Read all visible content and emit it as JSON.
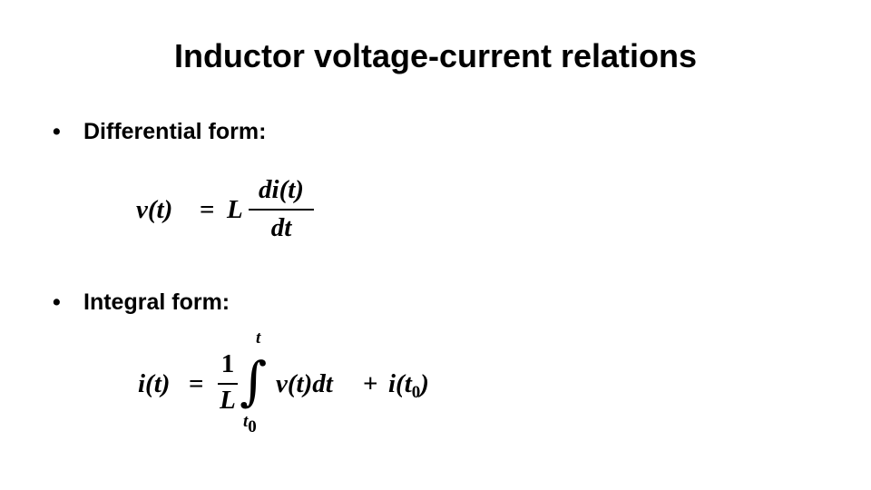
{
  "slide": {
    "title": "Inductor voltage-current relations",
    "bullets": [
      {
        "marker": "•",
        "label": "Differential form:"
      },
      {
        "marker": "•",
        "label": "Integral form:"
      }
    ]
  },
  "equation_differential": {
    "lhs": "v(t)",
    "equals": "=",
    "coefficient": "L",
    "numerator": "di(t)",
    "denominator": "dt"
  },
  "equation_integral": {
    "lhs": "i(t)",
    "equals": "=",
    "frac_numerator": "1",
    "frac_denominator": "L",
    "integral_symbol": "∫",
    "upper_limit": "t",
    "lower_limit": "t",
    "lower_limit_subscript": "0",
    "integrand": "v(t)dt",
    "plus": "+",
    "constant_term": "i(t",
    "constant_subscript": "0",
    "constant_close": ")"
  }
}
